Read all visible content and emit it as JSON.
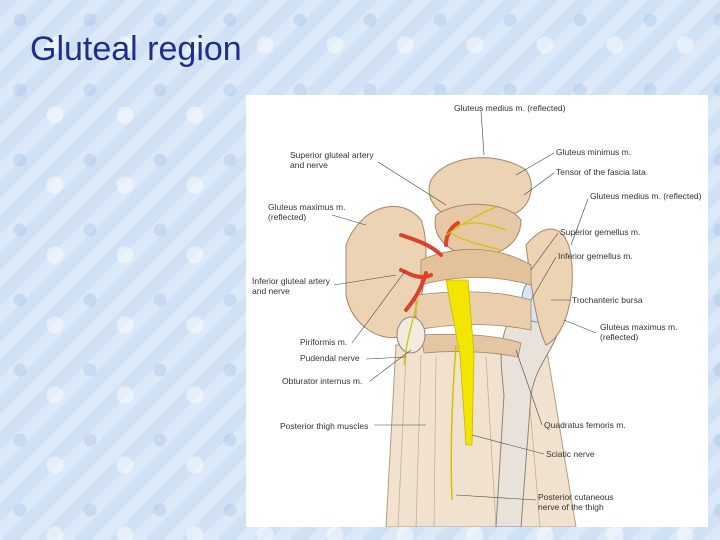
{
  "slide": {
    "title": "Gluteal region"
  },
  "figure": {
    "labels": {
      "gluteus_medius_top": "Gluteus medius m. (reflected)",
      "superior_gluteal_1": "Superior gluteal artery",
      "superior_gluteal_2": "and nerve",
      "gluteus_minimus": "Gluteus minimus m.",
      "tensor_fascia": "Tensor of the fascia lata",
      "gluteus_maximus_left_1": "Gluteus maximus m.",
      "gluteus_maximus_left_2": "(reflected)",
      "gluteus_medius_right": "Gluteus medius m. (reflected)",
      "superior_gemellus": "Superior gemellus m.",
      "inferior_gemellus": "Inferior gemellus m.",
      "inferior_gluteal_1": "Inferior gluteal artery",
      "inferior_gluteal_2": "and nerve",
      "trochanteric_bursa": "Trochanteric bursa",
      "piriformis": "Piriformis m.",
      "gluteus_maximus_right_1": "Gluteus maximus m.",
      "gluteus_maximus_right_2": "(reflected)",
      "pudendal": "Pudendal nerve",
      "obturator_internus": "Obturator internus m.",
      "posterior_thigh": "Posterior thigh muscles",
      "quadratus_femoris": "Quadratus femoris m.",
      "sciatic": "Sciatic nerve",
      "posterior_cutaneous_1": "Posterior cutaneous",
      "posterior_cutaneous_2": "nerve of the thigh"
    },
    "colors": {
      "nerve": "#f2e600",
      "artery": "#d9432b",
      "muscle": "#ecd3b4",
      "bone": "#e6e0d8"
    }
  }
}
